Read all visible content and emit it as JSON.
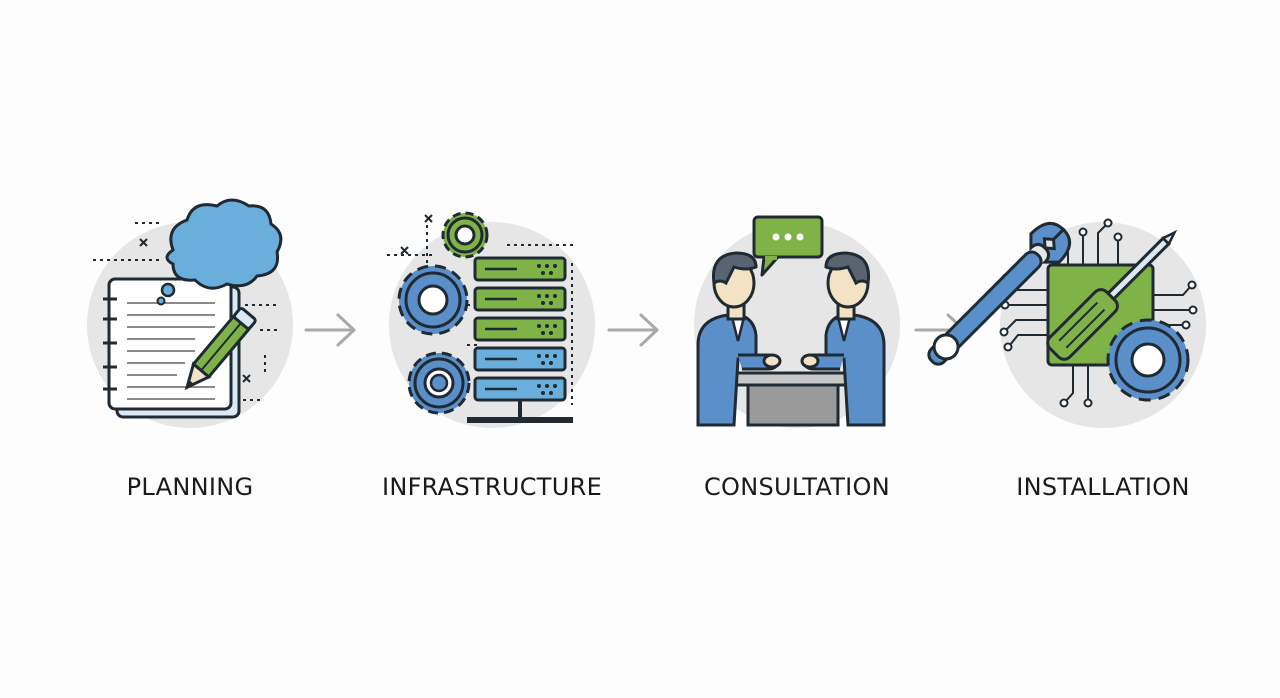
{
  "steps": [
    {
      "id": "planning",
      "label": "PLANNING",
      "icon": "notebook-pencil-thought-icon"
    },
    {
      "id": "infrastructure",
      "label": "INFRASTRUCTURE",
      "icon": "server-gears-icon"
    },
    {
      "id": "consultation",
      "label": "CONSULTATION",
      "icon": "meeting-people-icon"
    },
    {
      "id": "installation",
      "label": "INSTALLATION",
      "icon": "wrench-screwdriver-gear-icon"
    }
  ],
  "colors": {
    "outline": "#1f2a33",
    "blue": "#5b8fc9",
    "light_blue": "#6aaedc",
    "green": "#7fb347",
    "circle_bg": "#e6e6e6",
    "arrow": "#a9a9a9",
    "text": "#1a1a1a"
  }
}
